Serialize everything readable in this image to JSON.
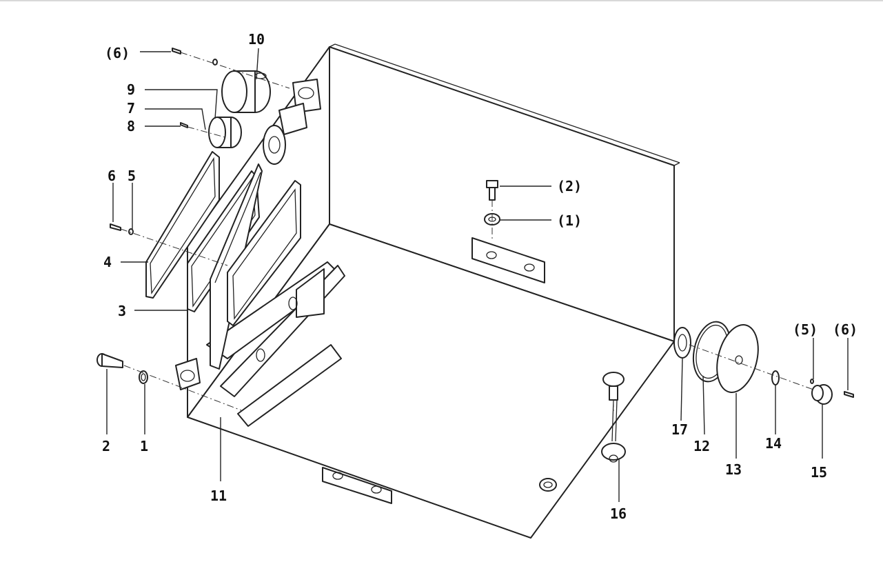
{
  "callouts": {
    "c6_top": "(6)",
    "c10": "10",
    "c9": "9",
    "c7": "7",
    "c8": "8",
    "c6_left": "6",
    "c5_left": "5",
    "c4": "4",
    "c3": "3",
    "c2_ref": "(2)",
    "c1_ref": "(1)",
    "c2": "2",
    "c1": "1",
    "c11": "11",
    "c16": "16",
    "c17": "17",
    "c12": "12",
    "c13": "13",
    "c14": "14",
    "c15": "15",
    "c5_right": "(5)",
    "c6_right": "(6)"
  },
  "colors": {
    "line": "#222222",
    "background": "#ffffff",
    "frame": "#d8d8d8"
  }
}
